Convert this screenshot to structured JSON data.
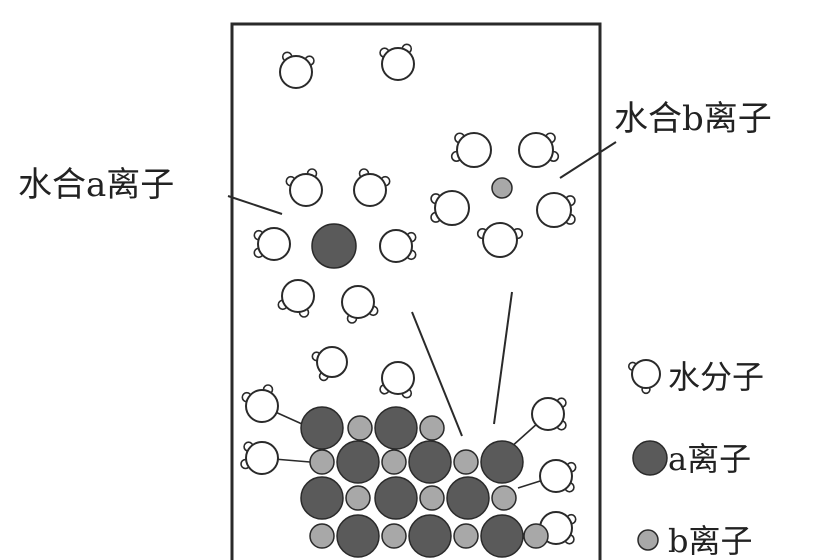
{
  "labels": {
    "hydrated_a": "水合a离子",
    "hydrated_b": "水合b离子"
  },
  "legend": {
    "water": "水分子",
    "ion_a": "a离子",
    "ion_b": "b离子"
  },
  "colors": {
    "ion_a": "#5a5a5a",
    "ion_b": "#a8a8a8",
    "outline": "#2a2a2a",
    "water_fill": "#ffffff"
  }
}
